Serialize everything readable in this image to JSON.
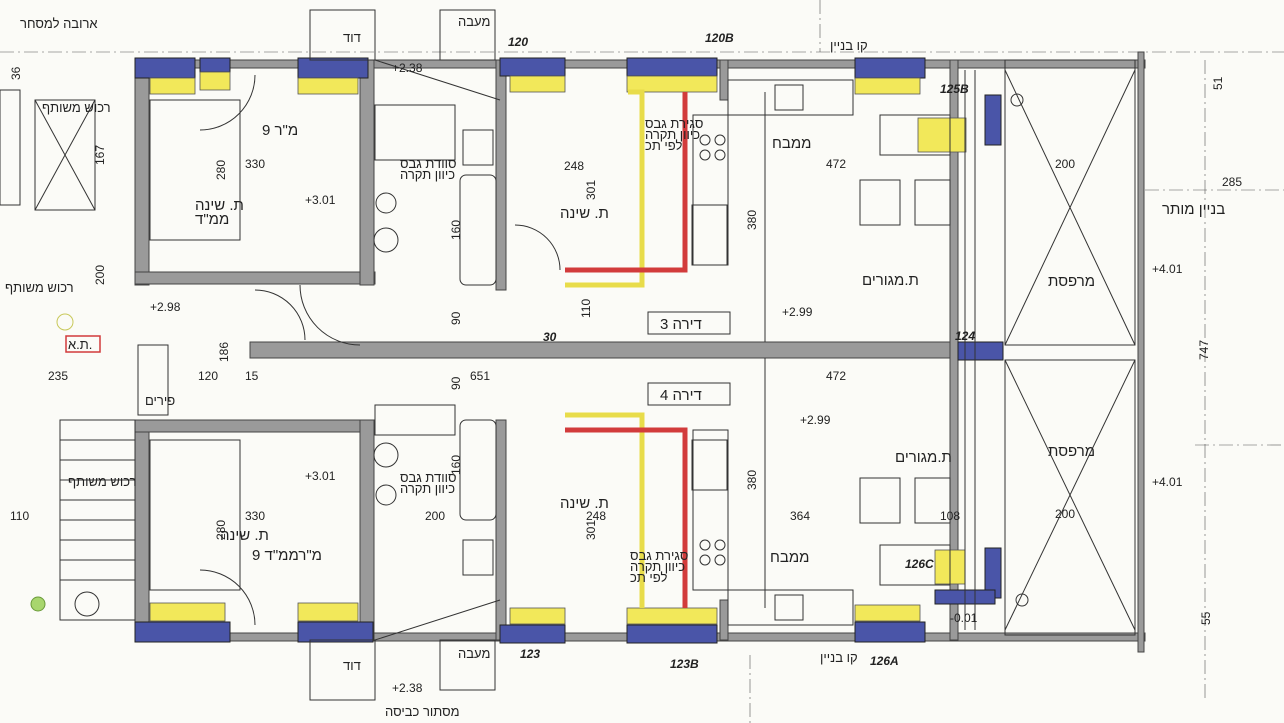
{
  "labels": {
    "chimney": "ארובה למסחר",
    "shared_box": "רכוש משותף",
    "shared_prop_left": "רכוש משותף",
    "shared_prop_left2": "רכוש משותף",
    "shafts": "פירים",
    "sink_top": "ת. שינה\nממ\"ד",
    "mamad_top": "9 מ\"ר",
    "mamad_bottom": "9 מ\"רממ\"ד",
    "sleep_bottom_left": "ת. שינה",
    "sleep3": "ת. שינה",
    "sleep4": "ת. שינה",
    "living3": "ת.מגורים",
    "living4": "ת.מגורים",
    "kitchen3": "ממבח",
    "kitchen4": "ממבח",
    "balcony3": "מרפסת",
    "balcony4": "מרפסת",
    "apt3": "דירה 3",
    "apt4": "דירה 4",
    "boiler_top": "דוד",
    "boiler_bottom": "דוד",
    "elevator_top": "מעבה",
    "elevator_bottom": "מעבה",
    "allowed_line": "בניין מותר",
    "building_line_top": "קו בניין",
    "building_line_bottom": "קו בניין",
    "fire_ext": "ת.א.",
    "ducts_top": "סוודת גבס\nכיוון תקרה",
    "ducts_bottom": "סוודת גבס\nכיוון תקרה",
    "gas_top": "סגירת גבס\nכיוון תקרה\nלפי תכ",
    "gas_bottom": "סגירת גבס\nכיוון תקרה\nלפי תכ",
    "main_closet": "מסתור כביסה"
  },
  "levels": {
    "l238_top": "+2.38",
    "l301_top": "+3.01",
    "l298": "+2.98",
    "l299_3": "+2.99",
    "l299_4": "+2.99",
    "l301_bottom": "+3.01",
    "l238_bottom": "+2.38",
    "l401_top": "+4.01",
    "l401_bottom": "+4.01",
    "l001": "-0.01"
  },
  "dims": {
    "d330_top": "330",
    "d280_top": "280",
    "d248_top": "248",
    "d301_top": "301",
    "d380_top": "380",
    "d472_top": "472",
    "d200_top": "200",
    "d285": "285",
    "d51": "51",
    "d747": "747",
    "d55": "55",
    "d200_left": "200",
    "d186": "186",
    "d120": "120",
    "d235": "235",
    "d15": "15",
    "d651": "651",
    "d30": "30",
    "d472_bottom": "472",
    "d364": "364",
    "d108": "108",
    "d200_bottom": "200",
    "d330_bottom": "330",
    "d280_bottom": "280",
    "d248_bottom": "248",
    "d301_bottom": "301",
    "d380_bottom": "380",
    "d160_top": "160",
    "d160_bottom": "160",
    "d110_top": "110",
    "d90_top": "90",
    "d90_bottom": "90",
    "d167": "167",
    "d36": "36",
    "d110_left": "110",
    "d200_wc": "200"
  },
  "tags": {
    "t120": "120",
    "t120b": "120B",
    "t125b": "125B",
    "t124": "124",
    "t126c": "126C",
    "t123": "123",
    "t123b": "123B",
    "t126a": "126A"
  },
  "colors": {
    "window": "#4a55a8",
    "insulation": "#f2e85a",
    "gas_line": "#d23b3b",
    "wall": "#9a9a9a"
  }
}
